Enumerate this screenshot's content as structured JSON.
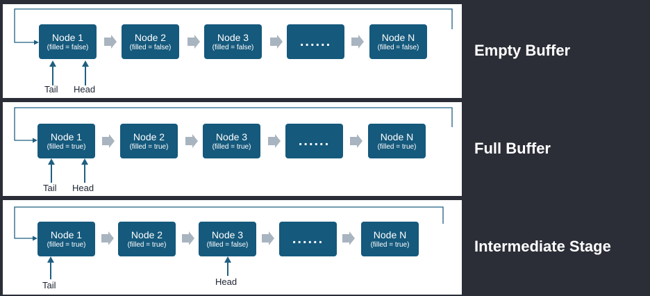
{
  "rows": [
    {
      "label": "Empty Buffer",
      "nodes": [
        {
          "title": "Node 1",
          "sub": "(filled = false)"
        },
        {
          "title": "Node 2",
          "sub": "(filled = false)"
        },
        {
          "title": "Node 3",
          "sub": "(filled = false)"
        },
        {
          "title": "......",
          "sub": ""
        },
        {
          "title": "Node N",
          "sub": "(filled = false)"
        }
      ],
      "tail": "Tail",
      "head": "Head"
    },
    {
      "label": "Full Buffer",
      "nodes": [
        {
          "title": "Node 1",
          "sub": "(filled = true)"
        },
        {
          "title": "Node 2",
          "sub": "(filled = true)"
        },
        {
          "title": "Node 3",
          "sub": "(filled = true)"
        },
        {
          "title": "......",
          "sub": ""
        },
        {
          "title": "Node N",
          "sub": "(filled = true)"
        }
      ],
      "tail": "Tail",
      "head": "Head"
    },
    {
      "label": "Intermediate Stage",
      "nodes": [
        {
          "title": "Node 1",
          "sub": "(filled = true)"
        },
        {
          "title": "Node 2",
          "sub": "(filled = true)"
        },
        {
          "title": "Node 3",
          "sub": "(filled = false)"
        },
        {
          "title": "......",
          "sub": ""
        },
        {
          "title": "Node N",
          "sub": "(filled = true)"
        }
      ],
      "tail": "Tail",
      "head": "Head"
    }
  ],
  "colors": {
    "background": "#2b2e37",
    "panel": "#ffffff",
    "node": "#15597c",
    "pointer_arrow": "#1f5f80",
    "connector_arrow": "#a8b4bf",
    "loop_line": "#1f5f80"
  }
}
